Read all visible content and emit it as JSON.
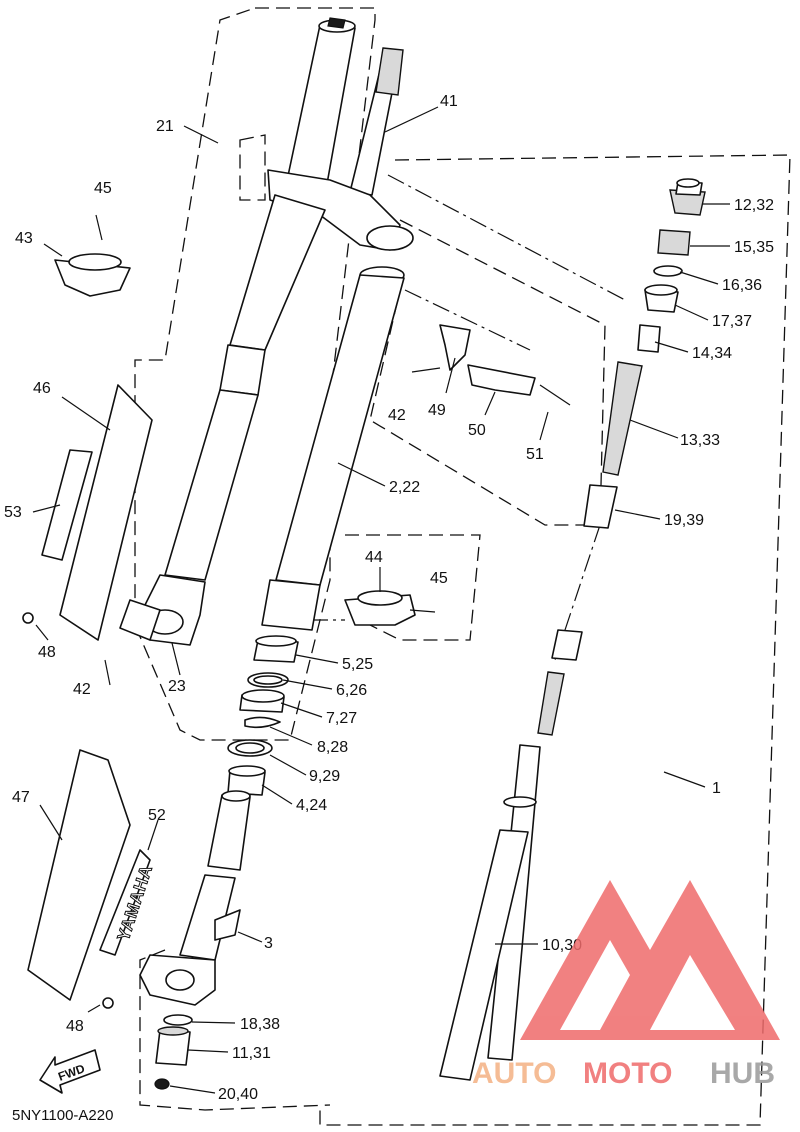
{
  "diagram_code": "5NY1100-A220",
  "fwd_label": "FWD",
  "decal_text": "YAMAHA",
  "watermark": {
    "text_auto": "AUTO",
    "text_moto": "MOTO",
    "text_hub": "HUB",
    "colors": {
      "auto": "#f4b183",
      "moto": "#ef6b6b",
      "hub": "#9a9a9a",
      "logo": "#ef6b6b"
    }
  },
  "callouts": [
    {
      "id": "c1",
      "label": "1"
    },
    {
      "id": "c2",
      "label": "2,22"
    },
    {
      "id": "c3",
      "label": "3"
    },
    {
      "id": "c4",
      "label": "4,24"
    },
    {
      "id": "c5",
      "label": "5,25"
    },
    {
      "id": "c6",
      "label": "6,26"
    },
    {
      "id": "c7",
      "label": "7,27"
    },
    {
      "id": "c8",
      "label": "8,28"
    },
    {
      "id": "c9",
      "label": "9,29"
    },
    {
      "id": "c10",
      "label": "10,30"
    },
    {
      "id": "c11",
      "label": "11,31"
    },
    {
      "id": "c12",
      "label": "12,32"
    },
    {
      "id": "c13",
      "label": "13,33"
    },
    {
      "id": "c14",
      "label": "14,34"
    },
    {
      "id": "c15",
      "label": "15,35"
    },
    {
      "id": "c16",
      "label": "16,36"
    },
    {
      "id": "c17",
      "label": "17,37"
    },
    {
      "id": "c18",
      "label": "18,38"
    },
    {
      "id": "c19",
      "label": "19,39"
    },
    {
      "id": "c20",
      "label": "20,40"
    },
    {
      "id": "c21",
      "label": "21"
    },
    {
      "id": "c23",
      "label": "23"
    },
    {
      "id": "c41",
      "label": "41"
    },
    {
      "id": "c42a",
      "label": "42"
    },
    {
      "id": "c42b",
      "label": "42"
    },
    {
      "id": "c43",
      "label": "43"
    },
    {
      "id": "c44",
      "label": "44"
    },
    {
      "id": "c45a",
      "label": "45"
    },
    {
      "id": "c45b",
      "label": "45"
    },
    {
      "id": "c46",
      "label": "46"
    },
    {
      "id": "c47",
      "label": "47"
    },
    {
      "id": "c48a",
      "label": "48"
    },
    {
      "id": "c48b",
      "label": "48"
    },
    {
      "id": "c49",
      "label": "49"
    },
    {
      "id": "c50",
      "label": "50"
    },
    {
      "id": "c51",
      "label": "51"
    },
    {
      "id": "c52",
      "label": "52"
    },
    {
      "id": "c53",
      "label": "53"
    }
  ]
}
